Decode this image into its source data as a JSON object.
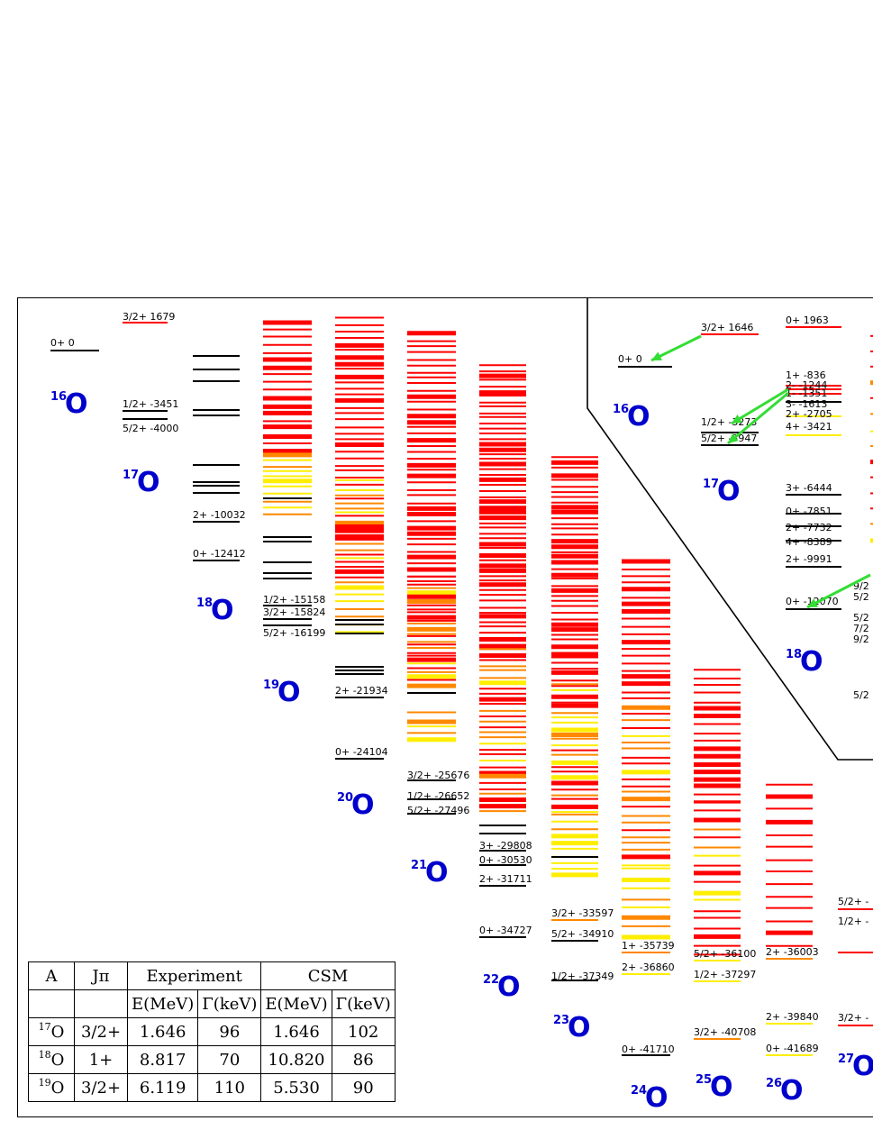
{
  "colors": {
    "nucleus_label": "#0000cc",
    "bound": "#000000",
    "high": "#ff0000",
    "mid": "#ff8800",
    "low": "#ffee00",
    "arrow": "#33dd33"
  },
  "table": {
    "headers": [
      "A",
      "Jπ",
      "Experiment",
      "CSM"
    ],
    "subheaders": [
      "",
      "",
      "E(MeV)",
      "Γ(keV)",
      "E(MeV)",
      "Γ(keV)"
    ],
    "rows": [
      {
        "mass": "17",
        "sym": "O",
        "jpi": "3/2+",
        "e_exp": "1.646",
        "g_exp": "96",
        "e_csm": "1.646",
        "g_csm": "102"
      },
      {
        "mass": "18",
        "sym": "O",
        "jpi": "1+",
        "e_exp": "8.817",
        "g_exp": "70",
        "e_csm": "10.820",
        "g_csm": "86"
      },
      {
        "mass": "19",
        "sym": "O",
        "jpi": "3/2+",
        "e_exp": "6.119",
        "g_exp": "110",
        "e_csm": "5.530",
        "g_csm": "90"
      }
    ]
  },
  "nuclei": [
    {
      "mass": "16",
      "sym": "O"
    },
    {
      "mass": "17",
      "sym": "O"
    },
    {
      "mass": "18",
      "sym": "O"
    },
    {
      "mass": "19",
      "sym": "O"
    },
    {
      "mass": "20",
      "sym": "O"
    },
    {
      "mass": "21",
      "sym": "O"
    },
    {
      "mass": "22",
      "sym": "O"
    },
    {
      "mass": "23",
      "sym": "O"
    },
    {
      "mass": "24",
      "sym": "O"
    },
    {
      "mass": "25",
      "sym": "O"
    },
    {
      "mass": "26",
      "sym": "O"
    },
    {
      "mass": "27",
      "sym": "O"
    }
  ],
  "level_labels": {
    "o16": [
      {
        "jpi": "0+",
        "e": "0"
      }
    ],
    "o17": [
      {
        "jpi": "3/2+",
        "e": "1679"
      },
      {
        "jpi": "1/2+",
        "e": "-3451"
      },
      {
        "jpi": "5/2+",
        "e": "-4000"
      }
    ],
    "o18": [
      {
        "jpi": "2+",
        "e": "-10032"
      },
      {
        "jpi": "0+",
        "e": "-12412"
      }
    ],
    "o19": [
      {
        "jpi": "1/2+",
        "e": "-15158"
      },
      {
        "jpi": "3/2+",
        "e": "-15824"
      },
      {
        "jpi": "5/2+",
        "e": "-16199"
      }
    ],
    "o20": [
      {
        "jpi": "2+",
        "e": "-21934"
      },
      {
        "jpi": "0+",
        "e": "-24104"
      }
    ],
    "o21": [
      {
        "jpi": "3/2+",
        "e": "-25676"
      },
      {
        "jpi": "1/2+",
        "e": "-26652"
      },
      {
        "jpi": "5/2+",
        "e": "-27496"
      }
    ],
    "o22": [
      {
        "jpi": "3+",
        "e": "-29808"
      },
      {
        "jpi": "0+",
        "e": "-30530"
      },
      {
        "jpi": "2+",
        "e": "-31711"
      },
      {
        "jpi": "0+",
        "e": "-34727"
      }
    ],
    "o23": [
      {
        "jpi": "3/2+",
        "e": "-33597"
      },
      {
        "jpi": "5/2+",
        "e": "-34910"
      },
      {
        "jpi": "1/2+",
        "e": "-37349"
      }
    ],
    "o24": [
      {
        "jpi": "1+",
        "e": "-35739"
      },
      {
        "jpi": "2+",
        "e": "-36860"
      },
      {
        "jpi": "0+",
        "e": "-41710"
      }
    ],
    "o25": [
      {
        "jpi": "5/2+",
        "e": "-36100"
      },
      {
        "jpi": "1/2+",
        "e": "-37297"
      },
      {
        "jpi": "3/2+",
        "e": "-40708"
      }
    ],
    "o26": [
      {
        "jpi": "2+",
        "e": "-36003"
      },
      {
        "jpi": "2+",
        "e": "-39840"
      },
      {
        "jpi": "0+",
        "e": "-41689"
      }
    ],
    "o27": [
      {
        "jpi": "5/2+",
        "e": "-"
      },
      {
        "jpi": "1/2+",
        "e": "-"
      },
      {
        "jpi": "3/2+",
        "e": "-"
      }
    ]
  },
  "inset": {
    "nuclei": [
      {
        "mass": "16",
        "sym": "O"
      },
      {
        "mass": "17",
        "sym": "O"
      },
      {
        "mass": "18",
        "sym": "O"
      }
    ],
    "o16": [
      {
        "jpi": "0+",
        "e": "0"
      }
    ],
    "o17": [
      {
        "jpi": "3/2+",
        "e": "1646"
      },
      {
        "jpi": "1/2+",
        "e": "-3273"
      },
      {
        "jpi": "5/2+",
        "e": "-3947"
      }
    ],
    "o18": [
      {
        "jpi": "0+",
        "e": "1963"
      },
      {
        "jpi": "1+",
        "e": "-836"
      },
      {
        "jpi": "2-",
        "e": "-1244"
      },
      {
        "jpi": "1-",
        "e": "-1351"
      },
      {
        "jpi": "3-",
        "e": "-1613"
      },
      {
        "jpi": "2+",
        "e": "-2705"
      },
      {
        "jpi": "4+",
        "e": "-3421"
      },
      {
        "jpi": "3+",
        "e": "-6444"
      },
      {
        "jpi": "0+",
        "e": "-7851"
      },
      {
        "jpi": "2+",
        "e": "-7732"
      },
      {
        "jpi": "4+",
        "e": "-8389"
      },
      {
        "jpi": "2+",
        "e": "-9991"
      },
      {
        "jpi": "0+",
        "e": "-12070"
      }
    ],
    "o19_partial": [
      "9/2",
      "5/2",
      "5/2",
      "7/2",
      "9/2",
      "5/2"
    ]
  }
}
